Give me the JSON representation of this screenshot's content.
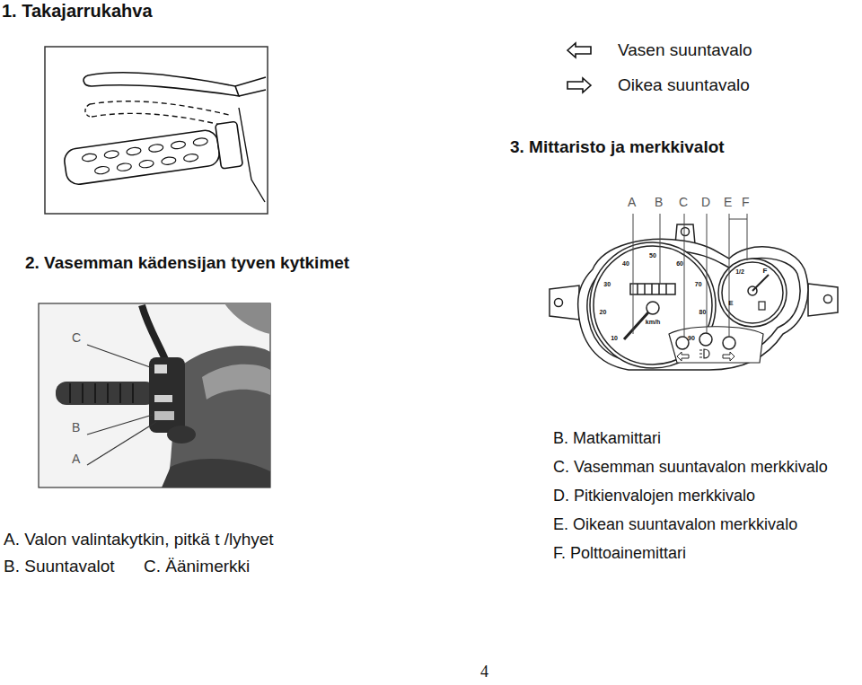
{
  "diagram": {
    "labels": [
      "1. Takajarrukahva",
      "3. Mittaristo ja merkkivalot",
      "A",
      "B",
      "C",
      "D",
      "E",
      "F",
      "10",
      "20",
      "30",
      "40",
      "50",
      "60",
      "70",
      "80",
      "90",
      "km/h",
      "F",
      "1/2",
      "E",
      "2. Vasemman kädensijan tyven kytkimet",
      "C",
      "B",
      "A",
      "A. Valon valintakytkin, pitkä t /lyhyet",
      "B. Suuntavalot",
      "C. Äänimerkki",
      "B. Matkamittari",
      "C. Vasemman suuntavalon merkkivalo",
      "D. Pitkienvalojen merkkivalo",
      "E. Oikean suuntavalon merkkivalo",
      "F. Polttoainemittari",
      "4"
    ],
    "legend": [
      {
        "text": "Vasen suuntavalo"
      },
      {
        "text": "Oikea suuntavalo"
      }
    ]
  }
}
